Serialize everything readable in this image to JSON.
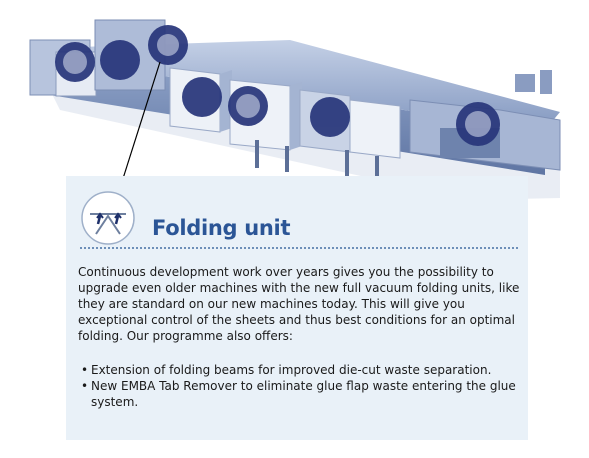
{
  "panel": {
    "title": "Folding unit",
    "description": "Continuous development work over years gives you the possibility to upgrade even older machines with the new full vacuum folding units, like they are standard on our new machines today. This will give you exceptional control of the sheets and thus best conditions for an optimal folding. Our programme also offers:",
    "offers": [
      "Extension of folding beams for improved die-cut waste separation.",
      "New EMBA Tab Remover to eliminate glue flap waste entering the glue system."
    ]
  },
  "icons": {
    "unit_icon": "folding-unit-icon"
  },
  "colors": {
    "title": "#2b5596",
    "panel_background": "#e9f1f8",
    "machine_body": "#9aaecf",
    "machine_shadow": "#6f86b2",
    "callout_circle": "#27357a"
  }
}
